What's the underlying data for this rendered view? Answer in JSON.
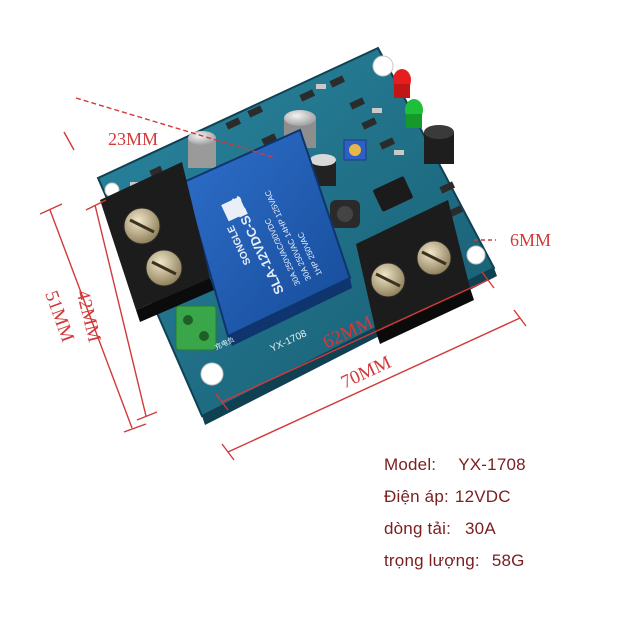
{
  "dimensions": {
    "d23": "23MM",
    "d6": "6MM",
    "d42": "42MM",
    "d51": "51MM",
    "d62": "62MM",
    "d70": "70MM"
  },
  "relay": {
    "brand": "SONGLE",
    "model": "SLA-12VDC-SL-C",
    "rating1": "30A 250VAC/30VDC",
    "rating2": "30A 250VAC 14HP 125VAC",
    "rating3": "1HP 250VAC"
  },
  "board_silk": {
    "model": "YX-1708",
    "terminal_label": "充电负"
  },
  "specs": [
    {
      "label": "Model:",
      "value": "YX-1708"
    },
    {
      "label": "Điện áp:",
      "value": "12VDC"
    },
    {
      "label": "dòng tải:",
      "value": "30A"
    },
    {
      "label": "trọng lượng:",
      "value": "58G"
    }
  ],
  "colors": {
    "pcb": "#1f6f86",
    "dimension": "#d23a3a",
    "relay": "#1d5bb0",
    "terminal": "#1c1c1c",
    "spec_text": "#7a1e1e"
  }
}
